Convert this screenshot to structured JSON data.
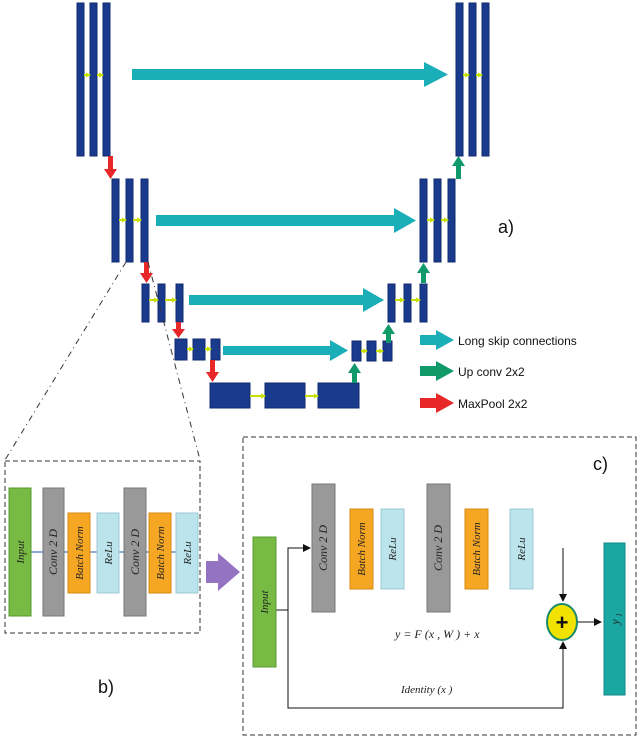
{
  "labels": {
    "panel_a": "a)",
    "panel_b": "b)",
    "panel_c": "c)"
  },
  "legend": [
    {
      "label": "Long skip connections",
      "color": "#1aaeb8"
    },
    {
      "label": "Up conv 2x2",
      "color": "#109a6a"
    },
    {
      "label": "MaxPool 2x2",
      "color": "#e82828"
    }
  ],
  "block_b": {
    "input": "Input",
    "conv1": "Conv 2 D",
    "bn1": "Batch Norm",
    "relu1": "ReLu",
    "conv2": "Conv 2 D",
    "bn2": "Batch Norm",
    "relu2": "ReLu"
  },
  "block_c": {
    "input": "Input",
    "conv1": "Conv 2 D",
    "bn1": "Batch Norm",
    "relu1": "ReLu",
    "conv2": "Conv 2 D",
    "bn2": "Batch Norm",
    "relu2": "ReLu",
    "output": "y",
    "output_sub": "l",
    "plus": "+",
    "equation": "y = F (x , W ) + x",
    "identity": "Identity (x )"
  },
  "colors": {
    "unet_block": "#1a3a8e",
    "unet_block_edge": "#0e2a6e",
    "small_arrow": "#c8e000",
    "skip": "#1aaeb8",
    "upconv": "#109a6a",
    "maxpool": "#e82828",
    "input_green": "#77bb44",
    "conv_gray": "#999999",
    "batchnorm_orange": "#f5a623",
    "relu_cyan": "#bce4ec",
    "output_teal": "#1aa7a2",
    "plus_yellow": "#f2e200",
    "transition_purple": "#9474c2"
  }
}
